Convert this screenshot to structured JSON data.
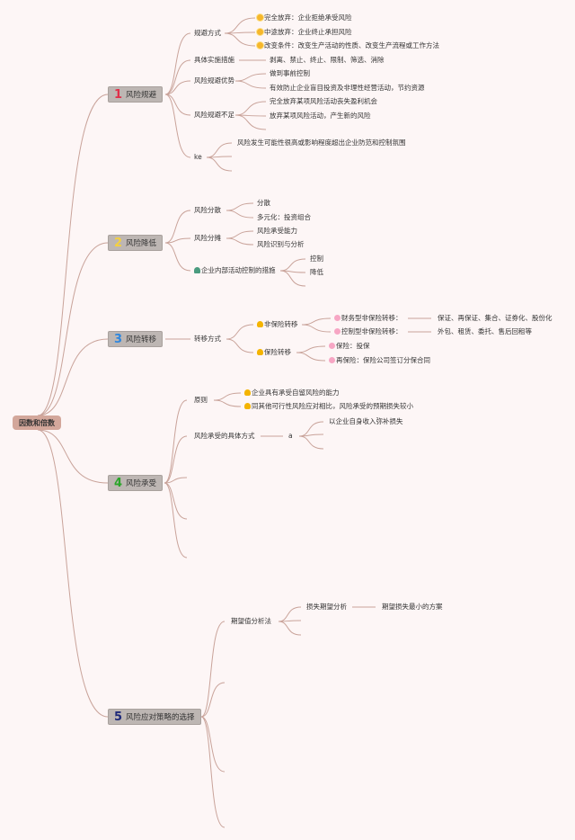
{
  "root": "因数和倍数",
  "colors": {
    "n1": "#e0304a",
    "n2": "#f4d03f",
    "n3": "#2e86de",
    "n4": "#2aa52a",
    "n5": "#1f2a7a",
    "line": "#c9a39a"
  },
  "b1": {
    "num": "1",
    "label": "风险规避",
    "c": [
      {
        "label": "规避方式",
        "leaves": [
          "完全放弃：企业拒绝承受风险",
          "中途放弃：企业终止承担风险",
          "改变条件：改变生产活动的性质、改变生产流程或工作方法"
        ]
      },
      {
        "label": "具体实施措施",
        "leaves": [
          "剥离、禁止、终止、限制、筛选、消除"
        ]
      },
      {
        "label": "风险规避优势",
        "leaves": [
          "做到事前控制",
          "有效防止企业盲目投资及非理性经营活动，节约资源"
        ]
      },
      {
        "label": "风险规避不足",
        "leaves": [
          "完全放弃某项风险活动丧失盈利机会",
          "放弃某项风险活动，产生新的风险"
        ]
      },
      {
        "label": "ke",
        "leaves": [
          "风险发生可能性很高或影响程度超出企业防范和控制氛围"
        ]
      }
    ]
  },
  "b2": {
    "num": "2",
    "label": "风险降低",
    "c": [
      {
        "label": "风险分散",
        "leaves": [
          "分散",
          "多元化：投资组合"
        ]
      },
      {
        "label": "风险分摊",
        "leaves": [
          "风险承受能力",
          "风险识别与分析"
        ]
      },
      {
        "label": "企业内部活动控制的措施",
        "leaves": [
          "控制",
          "降低"
        ]
      }
    ]
  },
  "b3": {
    "num": "3",
    "label": "风险转移",
    "c": [
      {
        "label": "转移方式",
        "sub": [
          {
            "label": "非保险转移",
            "leaves": [
              {
                "label": "财务型非保险转移：",
                "detail": "保证、再保证、集合、证券化、股份化"
              },
              {
                "label": "控制型非保险转移：",
                "detail": "外包、租赁、委托、售后回租等"
              }
            ]
          },
          {
            "label": "保险转移",
            "leaves": [
              {
                "label": "保险：投保"
              },
              {
                "label": "再保险：保险公司签订分保合同"
              }
            ]
          }
        ]
      }
    ]
  },
  "b4": {
    "num": "4",
    "label": "风险承受",
    "c": [
      {
        "label": "原则",
        "leaves": [
          "企业具有承受自留风险的能力",
          "同其他可行性风险应对相比，风险承受的预期损失较小"
        ]
      },
      {
        "label": "风险承受的具体方式",
        "sub": {
          "label": "a",
          "leaves": [
            "以企业自身收入弥补损失"
          ]
        }
      }
    ]
  },
  "b5": {
    "num": "5",
    "label": "风险应对策略的选择",
    "c": [
      {
        "label": "期望值分析法",
        "sub": {
          "label": "损失期望分析",
          "detail": "期望损失最小的方案"
        }
      }
    ]
  }
}
